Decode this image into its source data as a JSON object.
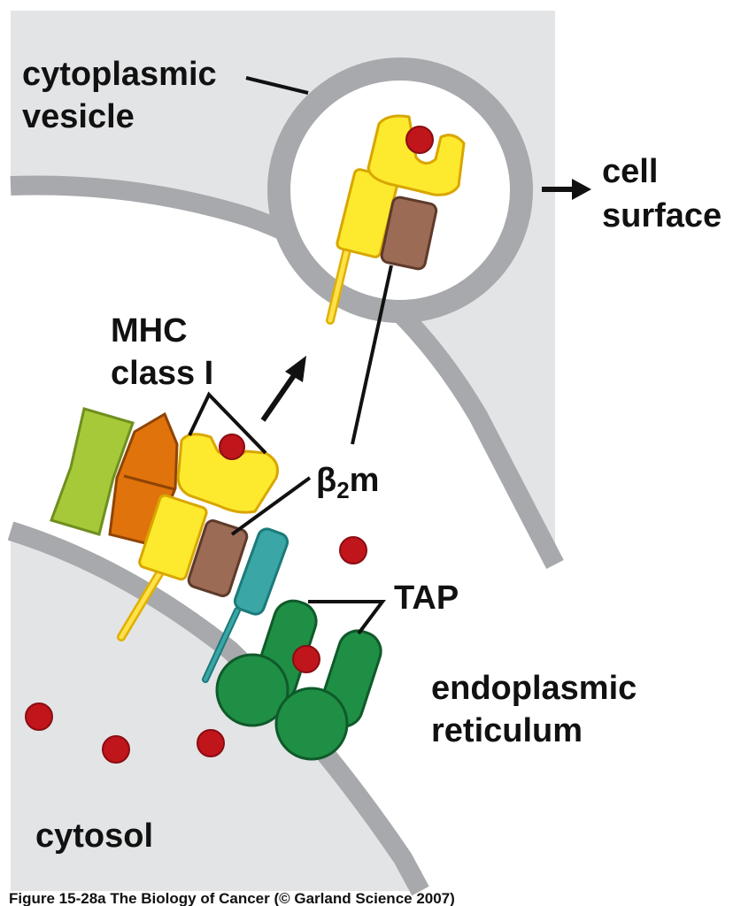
{
  "labels": {
    "vesicle_line1": "cytoplasmic",
    "vesicle_line2": "vesicle",
    "surface_line1": "cell",
    "surface_line2": "surface",
    "mhc_line1": "MHC",
    "mhc_line2": "class I",
    "b2m_beta": "β",
    "b2m_sub": "2",
    "b2m_m": "m",
    "tap": "TAP",
    "er_line1": "endoplasmic",
    "er_line2": "reticulum",
    "cytosol": "cytosol"
  },
  "caption": "Figure 15-28a  The Biology of Cancer (© Garland Science 2007)",
  "colors": {
    "background_region": "#e3e4e6",
    "membrane": "#a7a9ac",
    "mhc_heavy_chain": "#fdea2e",
    "beta2m": "#9c6b55",
    "peptide": "#c0151b",
    "tap": "#1f8f45",
    "tapasin": "#3aa6a6",
    "calreticulin": "#e0730b",
    "calnexin": "#a6c93a"
  }
}
